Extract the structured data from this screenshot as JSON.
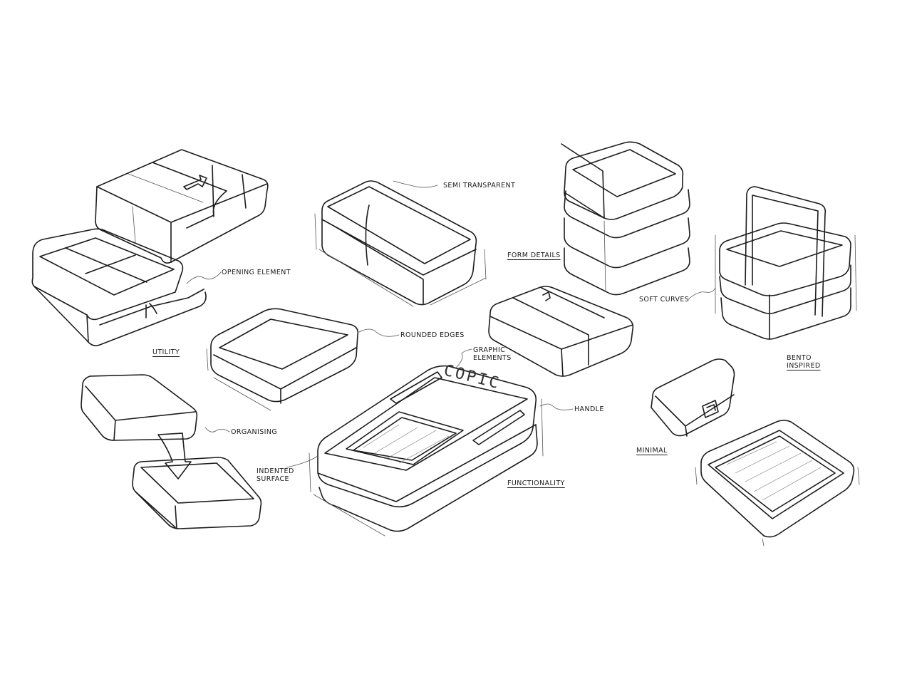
{
  "labels": {
    "opening_element": "OPENING ELEMENT",
    "utility": "UTILITY",
    "semi_transparent": "SEMI TRANSPARENT",
    "form_details": "FORM DETAILS",
    "rounded_edges": "ROUNDED EDGES",
    "graphic_elements_line1": "GRAPHIC",
    "graphic_elements_line2": "ELEMENTS",
    "handle": "HANDLE",
    "organising": "ORGANISING",
    "indented_surface_line1": "INDENTED",
    "indented_surface_line2": "SURFACE",
    "functionality": "FUNCTIONALITY",
    "soft_curves": "SOFT CURVES",
    "bento_inspired_line1": "BENTO",
    "bento_inspired_line2": "INSPIRED",
    "minimal": "MINIMAL"
  },
  "sketch_text": {
    "lid_graphic": "COPIC"
  },
  "colors": {
    "background": "#ffffff",
    "ink": "#1c1c1c"
  }
}
